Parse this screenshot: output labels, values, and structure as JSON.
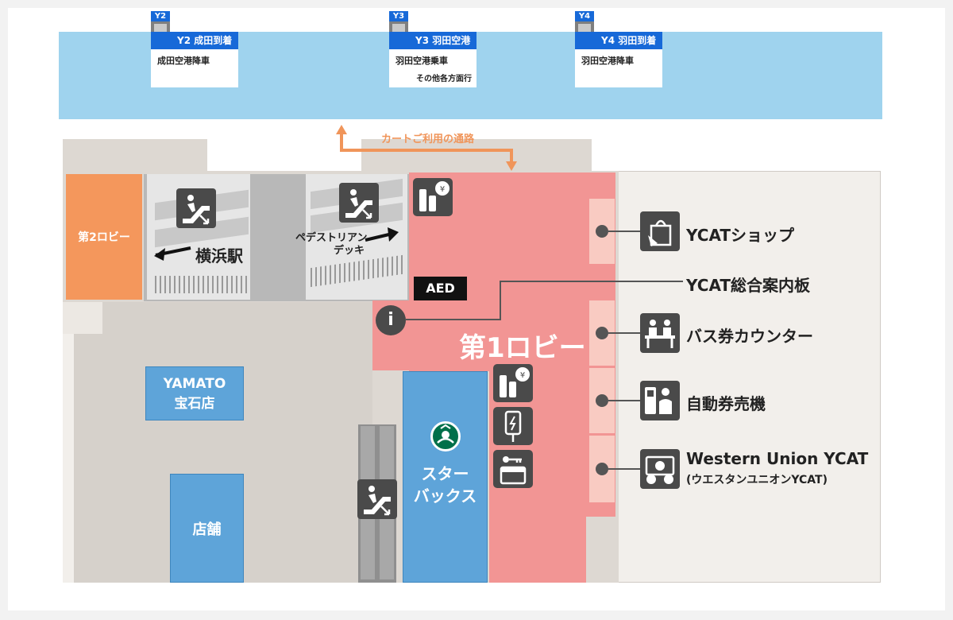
{
  "bus_stops": [
    {
      "code": "Y2",
      "title": "Y2 成田到着",
      "subtitle": "成田空港降車",
      "note": ""
    },
    {
      "code": "Y3",
      "title": "Y3 羽田空港行",
      "subtitle": "羽田空港乗車",
      "note": "その他各方面行"
    },
    {
      "code": "Y4",
      "title": "Y4 羽田到着",
      "subtitle": "羽田空港降車",
      "note": ""
    }
  ],
  "cart_path_label": "カートご利用の通路",
  "areas": {
    "lobby2": "第2ロビー",
    "lobby1": "第1ロビー",
    "yokohama_station": "横浜駅",
    "pedestrian_deck_line1": "ペデストリアン",
    "pedestrian_deck_line2": "デッキ",
    "aed": "AED",
    "yamato_line1": "YAMATO",
    "yamato_line2": "宝石店",
    "shop": "店舗",
    "starbucks_line1": "スター",
    "starbucks_line2": "バックス"
  },
  "legend": [
    {
      "icon": "shopping-bag-icon",
      "label": "YCATショップ",
      "sub": ""
    },
    {
      "icon": "info-line",
      "label": "YCAT総合案内板",
      "sub": ""
    },
    {
      "icon": "bus-ticket-counter-icon",
      "label": "バス券カウンター",
      "sub": ""
    },
    {
      "icon": "ticket-machine-icon",
      "label": "自動券売機",
      "sub": ""
    },
    {
      "icon": "currency-exchange-icon",
      "label": "Western Union YCAT",
      "sub": "(ウエスタンユニオンYCAT)"
    }
  ],
  "colors": {
    "platform": "#9fd3ee",
    "stop_header": "#1769d8",
    "lobby1": "#f29594",
    "lobby2": "#f4975c",
    "shop_blue": "#5ea4d9",
    "cart_path": "#f0955a",
    "floor": "#ddd8d2",
    "icon_dark": "#4a4a4a"
  }
}
